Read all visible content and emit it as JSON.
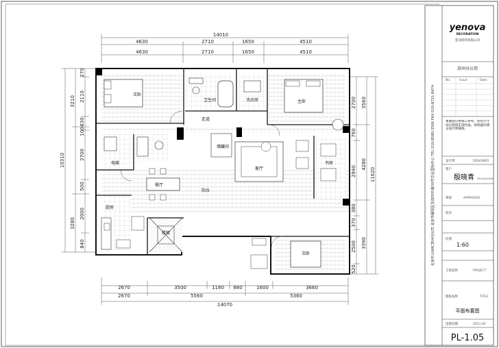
{
  "drawing": {
    "dims_top_row1": [
      "14010"
    ],
    "dims_top_row2": [
      "4630",
      "2710",
      "1650",
      "4510"
    ],
    "dims_top_row3": [
      "4630",
      "2710",
      "1650",
      "4510"
    ],
    "dims_bottom_row1": [
      "2670",
      "3500",
      "1180",
      "880",
      "1600",
      "3660"
    ],
    "dims_bottom_row2": [
      "2670",
      "5560",
      "5360"
    ],
    "dims_bottom_row3": [
      "14070"
    ],
    "dims_left_inner": [
      "270",
      "2110",
      "830",
      "100",
      "2700",
      "500",
      "2000",
      "840"
    ],
    "dims_left_outer": [
      "3210",
      "10310",
      "3280"
    ],
    "dims_right_inner": [
      "2700",
      "760",
      "2940",
      "380",
      "370",
      "2500",
      "520"
    ],
    "dims_right_outer": [
      "3560",
      "4280",
      "11620",
      "3390"
    ],
    "rooms": {
      "bedroom_small": "次卧",
      "master_bedroom": "主卧",
      "corridor": "走道",
      "study": "书房",
      "living_room": "客厅",
      "dining": "餐厅",
      "kitchen": "厨房",
      "stair": "楼梯",
      "balcony": "阳台",
      "bath": "卫生间",
      "laundry": "洗衣房",
      "storage": "储藏间",
      "elevator": "电梯",
      "bedroom_sw": "次卧"
    }
  },
  "title_block": {
    "logo": "yenova",
    "logo_sub": "DECORATION",
    "company_small": "亚洲装饰有限公司",
    "vertical_text": "北京中义ARC苏州分公司 北京市朝阳区东四环中路39号华业国际中心  TEL 010-8580-3566  FAX 010-8721-8474",
    "branch": "苏州分公司",
    "header_cols": [
      "No.",
      "Issue",
      "Date"
    ],
    "notes": "本图纸仅供施工参考，所有尺寸均以现场实测为准，如有疑问请与设计师联系。",
    "designer_label": "设计师",
    "designer_en": "DESIGNER",
    "customer_label": "客户",
    "customer_name": "殷晓青",
    "customer_sub": "YIN XIAOQING",
    "approved_label": "审核",
    "approved_en": "APPROVED",
    "check_label": "校对",
    "scale_label": "比例",
    "scale": "1:60",
    "project_label": "工程名称",
    "project_en": "PROJECT",
    "drawing_no_label": "图纸名称",
    "drawing_no_en": "TITLE",
    "drawing_title": "平面布置图",
    "date_label": "出图日期",
    "date_value": "2011.04",
    "sheet_no": "PL-1.05"
  }
}
